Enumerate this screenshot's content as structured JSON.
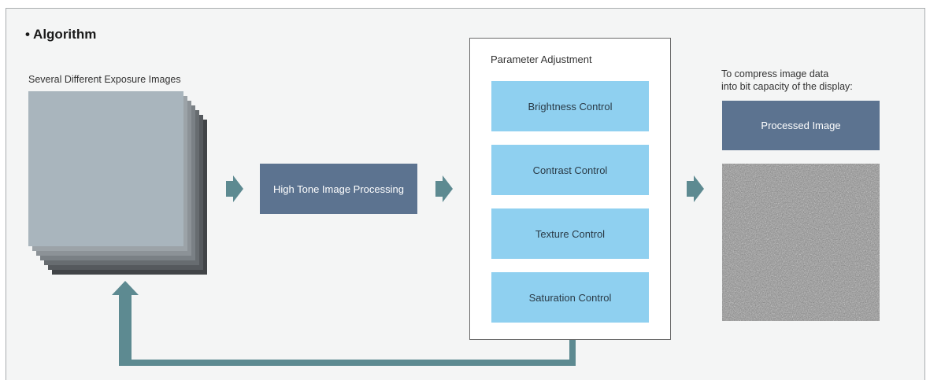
{
  "section_title": "• Algorithm",
  "stack": {
    "label": "Several Different Exposure Images",
    "layer_colors": [
      "#414447",
      "#55595d",
      "#676c70",
      "#7a8085",
      "#8c9297",
      "#9ca3a8",
      "#a9b5bd"
    ]
  },
  "high_tone": {
    "label": "High Tone Image Processing"
  },
  "parameter_adjustment": {
    "title": "Parameter Adjustment",
    "controls": [
      {
        "label": "Brightness Control"
      },
      {
        "label": "Contrast Control"
      },
      {
        "label": "Texture Control"
      },
      {
        "label": "Saturation Control"
      }
    ]
  },
  "output": {
    "note_line1": "To compress image data",
    "note_line2": "into bit capacity of the display:",
    "processed_label": "Processed Image"
  },
  "colors": {
    "arrow": "#5d8a91",
    "dark_box": "#5c7390",
    "control_box": "#8fd0f0"
  },
  "icons": {
    "flow_arrow": "arrow-right-icon",
    "feedback_arrow": "feedback-arrow-icon"
  }
}
